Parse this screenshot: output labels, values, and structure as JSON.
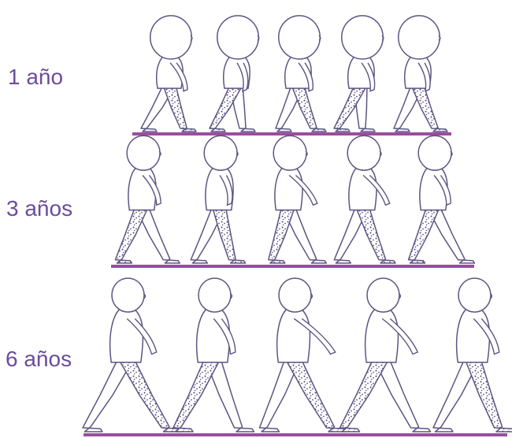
{
  "rows": [
    {
      "label": "1 año"
    },
    {
      "label": "3 años"
    },
    {
      "label": "6 años"
    }
  ],
  "colors": {
    "label": "#6B4C9A",
    "baseline": "#9B4D9E",
    "outline": "#5E5482",
    "stipple": "#4A3E74"
  }
}
